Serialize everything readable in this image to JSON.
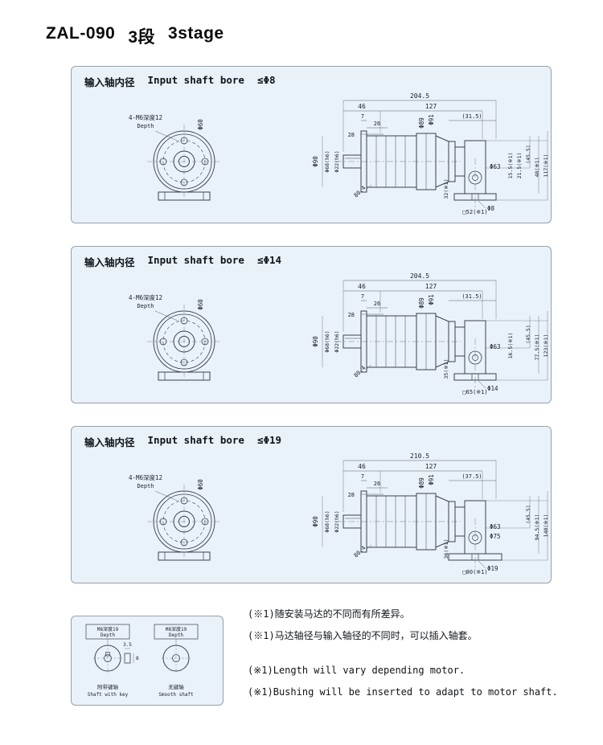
{
  "page": {
    "title_model": "ZAL-090",
    "title_stage_cn": "3段",
    "title_stage_en": "3stage"
  },
  "colors": {
    "panel_bg": "#e9f1f9",
    "panel_border": "#98a2ac",
    "line": "#3b4148",
    "dim": "#5a6066",
    "center": "#7a8086",
    "text": "#1c2126"
  },
  "panels": [
    {
      "header": {
        "cn": "输入轴内径",
        "en": "Input shaft bore",
        "limit": "≤Φ8"
      },
      "front": {
        "tap": "4-M6深度12",
        "depth": "Depth",
        "bcd": "Φ60"
      },
      "dims": {
        "total": "204.5",
        "a": "46",
        "b": "127",
        "c": "7",
        "paren": "(31.5)",
        "s1": "26",
        "s2": "28",
        "phi89": "Φ89",
        "phi91": "Φ91",
        "phi90": "Φ90",
        "phi68": "Φ68(h6)",
        "phi22": "Φ22(h6)",
        "diag": "80.4",
        "phi63": "Φ63",
        "phi75": "",
        "r1": "15.5(※1)",
        "r2": "21.5(※1)",
        "right1": "(45.5)",
        "right2": "48(※1)",
        "right3": "117(※1)",
        "bore": "Φ8",
        "b1": "32(※1)",
        "b2": "□52(※1)"
      }
    },
    {
      "header": {
        "cn": "输入轴内径",
        "en": "Input shaft bore",
        "limit": "≤Φ14"
      },
      "front": {
        "tap": "4-M6深度12",
        "depth": "Depth",
        "bcd": "Φ60"
      },
      "dims": {
        "total": "204.5",
        "a": "46",
        "b": "127",
        "c": "7",
        "paren": "(31.5)",
        "s1": "26",
        "s2": "28",
        "phi89": "Φ89",
        "phi91": "Φ91",
        "phi90": "Φ90",
        "phi68": "Φ68(h6)",
        "phi22": "Φ22(h6)",
        "diag": "80.4",
        "phi63": "Φ63",
        "phi75": "",
        "r1": "16.5(※1)",
        "r2": "",
        "right1": "(45.5)",
        "right2": "77.5(※1)",
        "right3": "123(※1)",
        "bore": "Φ14",
        "b1": "35(※1)",
        "b2": "□65(※1)"
      }
    },
    {
      "header": {
        "cn": "输入轴内径",
        "en": "Input shaft bore",
        "limit": "≤Φ19"
      },
      "front": {
        "tap": "4-M6深度12",
        "depth": "Depth",
        "bcd": "Φ60"
      },
      "dims": {
        "total": "210.5",
        "a": "46",
        "b": "127",
        "c": "7",
        "paren": "(37.5)",
        "s1": "26",
        "s2": "28",
        "phi89": "Φ89",
        "phi91": "Φ91",
        "phi90": "Φ90",
        "phi68": "Φ68(h6)",
        "phi22": "Φ22(h6)",
        "diag": "80.4",
        "phi63": "Φ63",
        "phi75": "Φ75",
        "r1": "",
        "r2": "",
        "right1": "(45.5)",
        "right2": "94.5(※1)",
        "right3": "140(※1)",
        "bore": "Φ19",
        "b1": "36(※1)",
        "b2": "□80(※1)"
      }
    }
  ],
  "mini": {
    "left": {
      "tap": "M8深度19",
      "depth": "Depth",
      "dim_w": "3.5",
      "dim_l": "8",
      "cap_cn": "附带键轴",
      "cap_en": "Shaft with key"
    },
    "right": {
      "tap": "M8深度19",
      "depth": "Depth",
      "cap_cn": "无键轴",
      "cap_en": "Smooth shaft"
    }
  },
  "notes": {
    "cn": [
      "(※1)随安装马达的不同而有所差异。",
      "(※1)马达轴径与输入轴径的不同时，可以插入轴套。"
    ],
    "en": [
      "(※1)Length will vary depending motor.",
      "(※1)Bushing will be inserted to adapt to motor shaft."
    ]
  }
}
